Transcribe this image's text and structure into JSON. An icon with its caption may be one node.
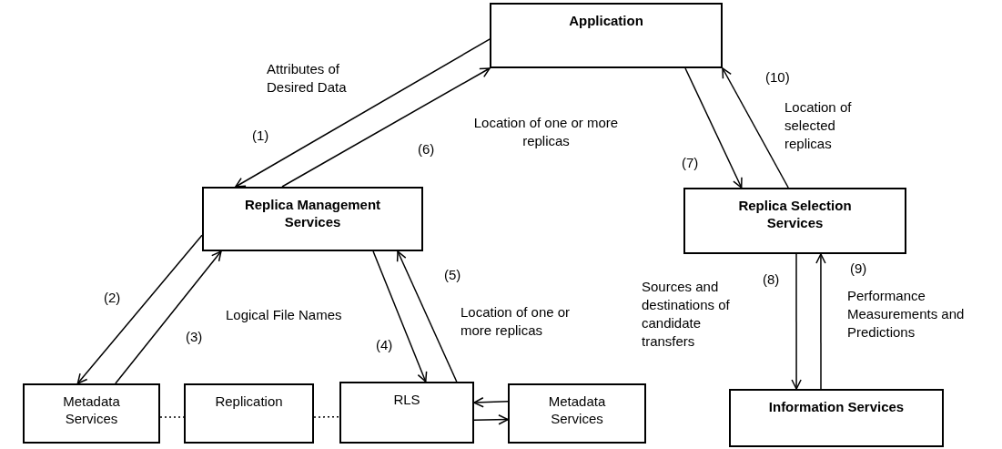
{
  "diagram": {
    "nodes": [
      {
        "text": [
          "Application"
        ]
      },
      {
        "text": [
          "Replica Management Services"
        ]
      },
      {
        "text": [
          "Replica Selection Services"
        ]
      },
      {
        "text": [
          "Metadata Services"
        ]
      },
      {
        "text": [
          "Replication"
        ]
      },
      {
        "text": [
          "RLS"
        ]
      },
      {
        "text": [
          "Metadata Services"
        ]
      },
      {
        "text": [
          "Information Services"
        ]
      }
    ],
    "edges": [
      {
        "from": 0,
        "to": 1,
        "arrow": "to",
        "label": "(1)"
      },
      {
        "from": 1,
        "to": 0,
        "arrow": "to",
        "label": "(6)"
      },
      {
        "from": 1,
        "to": 3,
        "arrow": "to",
        "label": "(2)"
      },
      {
        "from": 3,
        "to": 1,
        "arrow": "to",
        "label": "(3)"
      },
      {
        "from": 1,
        "to": 5,
        "arrow": "to",
        "label": "(4)"
      },
      {
        "from": 5,
        "to": 1,
        "arrow": "to",
        "label": "(5)"
      },
      {
        "from": 0,
        "to": 2,
        "arrow": "to",
        "label": "(7)"
      },
      {
        "from": 2,
        "to": 0,
        "arrow": "to",
        "label": "(10)"
      },
      {
        "from": 2,
        "to": 7,
        "arrow": "to",
        "label": "(8)"
      },
      {
        "from": 7,
        "to": 2,
        "arrow": "to",
        "label": "(9)"
      },
      {
        "from": 6,
        "to": 5,
        "arrow": "to"
      },
      {
        "from": 5,
        "to": 6,
        "arrow": "to"
      },
      {
        "from": 3,
        "to": 4,
        "arrow": "none",
        "style": "dashed"
      },
      {
        "from": 4,
        "to": 5,
        "arrow": "none",
        "style": "dashed"
      }
    ],
    "labels": [
      "Attributes of Desired Data",
      "Location of one or more replicas",
      "Location of selected replicas",
      "Logical File Names",
      "Location of one or more replicas",
      "Sources and destinations of candidate transfers",
      "Performance Measurements and Predictions"
    ]
  }
}
